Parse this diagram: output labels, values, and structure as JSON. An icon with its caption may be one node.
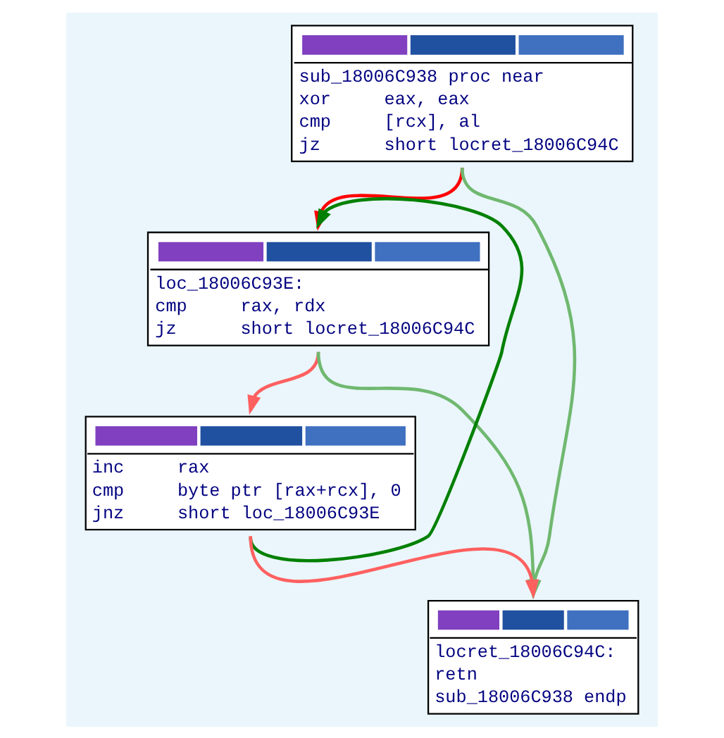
{
  "diagram": {
    "nodes": [
      {
        "text": [
          "sub_18006C938 proc near",
          "xor     eax, eax",
          "cmp     [rcx], al",
          "jz      short locret_18006C94C"
        ]
      },
      {
        "text": [
          "loc_18006C93E:",
          "cmp     rax, rdx",
          "jz      short locret_18006C94C"
        ]
      },
      {
        "text": [
          "inc     rax",
          "cmp     byte ptr [rax+rcx], 0",
          "jnz     short loc_18006C93E"
        ]
      },
      {
        "text": [
          "locret_18006C94C:",
          "retn",
          "sub_18006C938 endp"
        ]
      }
    ],
    "edges": [
      {
        "from": 0,
        "to": 1,
        "arrow": "to",
        "color": "#ff0000"
      },
      {
        "from": 0,
        "to": 3,
        "arrow": "to",
        "color": "#70b870"
      },
      {
        "from": 1,
        "to": 2,
        "arrow": "to",
        "color": "#ff6060"
      },
      {
        "from": 1,
        "to": 3,
        "arrow": "to",
        "color": "#70b870"
      },
      {
        "from": 2,
        "to": 3,
        "arrow": "to",
        "color": "#ff6060"
      },
      {
        "from": 2,
        "to": 1,
        "arrow": "to",
        "color": "#008000"
      }
    ]
  }
}
